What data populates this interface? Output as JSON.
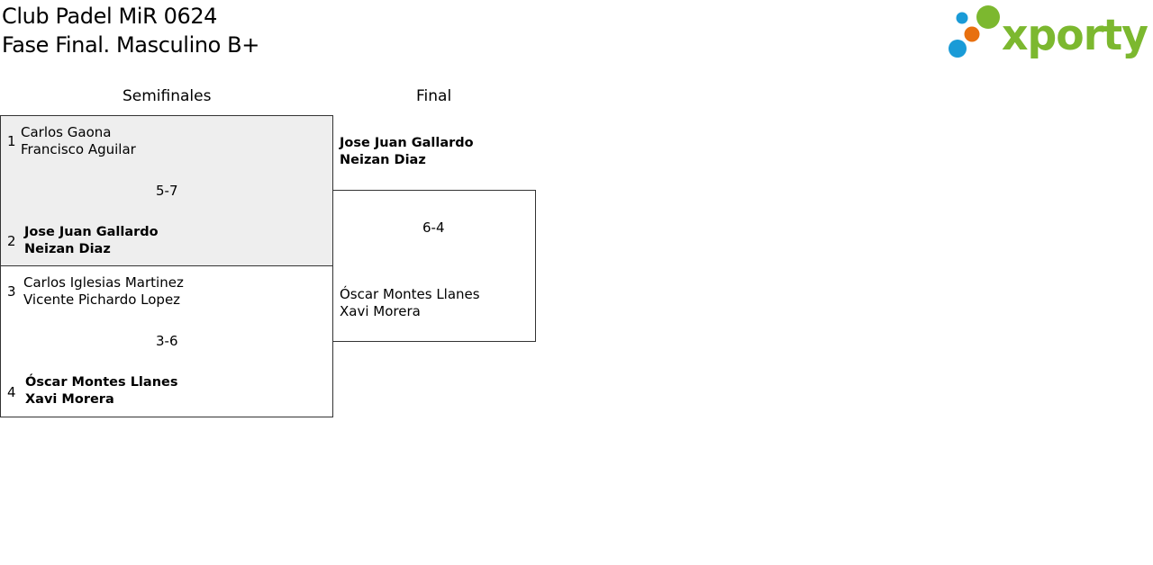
{
  "header": {
    "title_line1": "Club Padel MiR 0624",
    "title_line2": "Fase Final. Masculino B+",
    "logo_text": "xporty",
    "logo_colors": {
      "text": "#7cb82f",
      "blue": "#1a9bd7",
      "orange": "#e8700f",
      "green": "#7cb82f"
    }
  },
  "columns": {
    "semifinal": "Semifinales",
    "final": "Final"
  },
  "semifinals": [
    {
      "score": "5-7",
      "top": {
        "seed": "1",
        "player1": "Carlos Gaona",
        "player2": "Francisco Aguilar",
        "winner": false
      },
      "bottom": {
        "seed": "2",
        "player1": "Jose Juan Gallardo",
        "player2": "Neizan Diaz",
        "winner": true
      }
    },
    {
      "score": "3-6",
      "top": {
        "seed": "3",
        "player1": "Carlos Iglesias Martinez",
        "player2": "Vicente Pichardo Lopez",
        "winner": false
      },
      "bottom": {
        "seed": "4",
        "player1": "Óscar Montes Llanes",
        "player2": "Xavi Morera",
        "winner": true
      }
    }
  ],
  "final": {
    "score": "6-4",
    "top": {
      "player1": "Jose Juan Gallardo",
      "player2": "Neizan Diaz",
      "winner": true
    },
    "bottom": {
      "player1": "Óscar Montes Llanes",
      "player2": "Xavi Morera",
      "winner": false
    }
  }
}
